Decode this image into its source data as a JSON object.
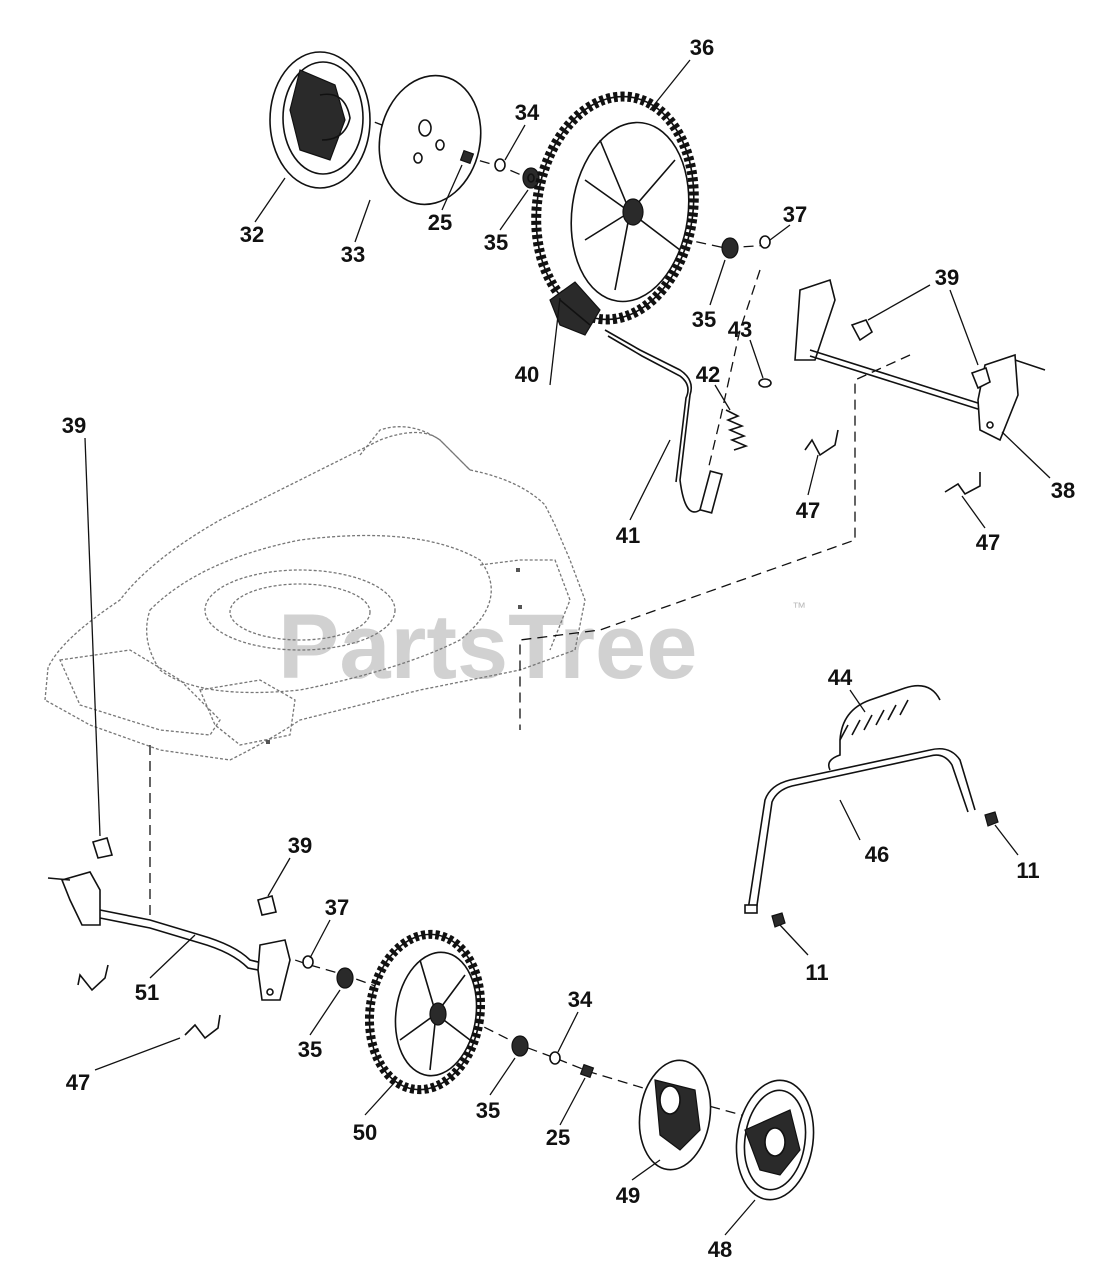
{
  "watermark": {
    "text": "PartsTree",
    "mark": "™"
  },
  "colors": {
    "ink": "#111111",
    "watermark": "#c9c9c9",
    "background": "#ffffff"
  },
  "callouts": [
    {
      "id": "c36a",
      "label": "36"
    },
    {
      "id": "c34a",
      "label": "34"
    },
    {
      "id": "c32",
      "label": "32"
    },
    {
      "id": "c33",
      "label": "33"
    },
    {
      "id": "c25a",
      "label": "25"
    },
    {
      "id": "c35a",
      "label": "35"
    },
    {
      "id": "c37a",
      "label": "37"
    },
    {
      "id": "c35b",
      "label": "35"
    },
    {
      "id": "c39a",
      "label": "39"
    },
    {
      "id": "c43",
      "label": "43"
    },
    {
      "id": "c40",
      "label": "40"
    },
    {
      "id": "c42",
      "label": "42"
    },
    {
      "id": "c38",
      "label": "38"
    },
    {
      "id": "c41",
      "label": "41"
    },
    {
      "id": "c47a",
      "label": "47"
    },
    {
      "id": "c47b",
      "label": "47"
    },
    {
      "id": "c44",
      "label": "44"
    },
    {
      "id": "c39b",
      "label": "39"
    },
    {
      "id": "c46",
      "label": "46"
    },
    {
      "id": "c39c",
      "label": "39"
    },
    {
      "id": "c11a",
      "label": "11"
    },
    {
      "id": "c37b",
      "label": "37"
    },
    {
      "id": "c51",
      "label": "51"
    },
    {
      "id": "c11b",
      "label": "11"
    },
    {
      "id": "c34b",
      "label": "34"
    },
    {
      "id": "c47c",
      "label": "47"
    },
    {
      "id": "c35c",
      "label": "35"
    },
    {
      "id": "c35d",
      "label": "35"
    },
    {
      "id": "c25b",
      "label": "25"
    },
    {
      "id": "c50",
      "label": "50"
    },
    {
      "id": "c49",
      "label": "49"
    },
    {
      "id": "c48",
      "label": "48"
    }
  ]
}
